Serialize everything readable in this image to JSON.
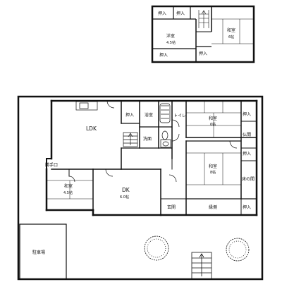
{
  "upper_floor": {
    "closets": [
      "押入",
      "押入",
      "押入",
      "押入"
    ],
    "western_room": {
      "name": "洋室",
      "size": "4.5帖"
    },
    "japanese_room": {
      "name": "和室",
      "size": "6帖"
    }
  },
  "ground_floor": {
    "ldk": "LDK",
    "closet_a": "押入",
    "bathroom": "浴室",
    "toilet": "トイレ",
    "washroom": "洗面",
    "back_door": "勝手口",
    "jroom_tl": {
      "name": "和室",
      "size": "6帖"
    },
    "closet_r1": "押入",
    "butsuma": "仏間",
    "jroom_ml": {
      "name": "和室",
      "size": "8帖"
    },
    "closet_r2": "押入",
    "tokonoma": "床の間",
    "jroom_small": {
      "name": "和室",
      "size": "4.5帖"
    },
    "dk": {
      "name": "DK",
      "size": "6.0帖"
    },
    "entrance": "玄関",
    "corridor": "縁側",
    "closet_r3": "押入"
  },
  "site": {
    "parking": "駐車場"
  }
}
